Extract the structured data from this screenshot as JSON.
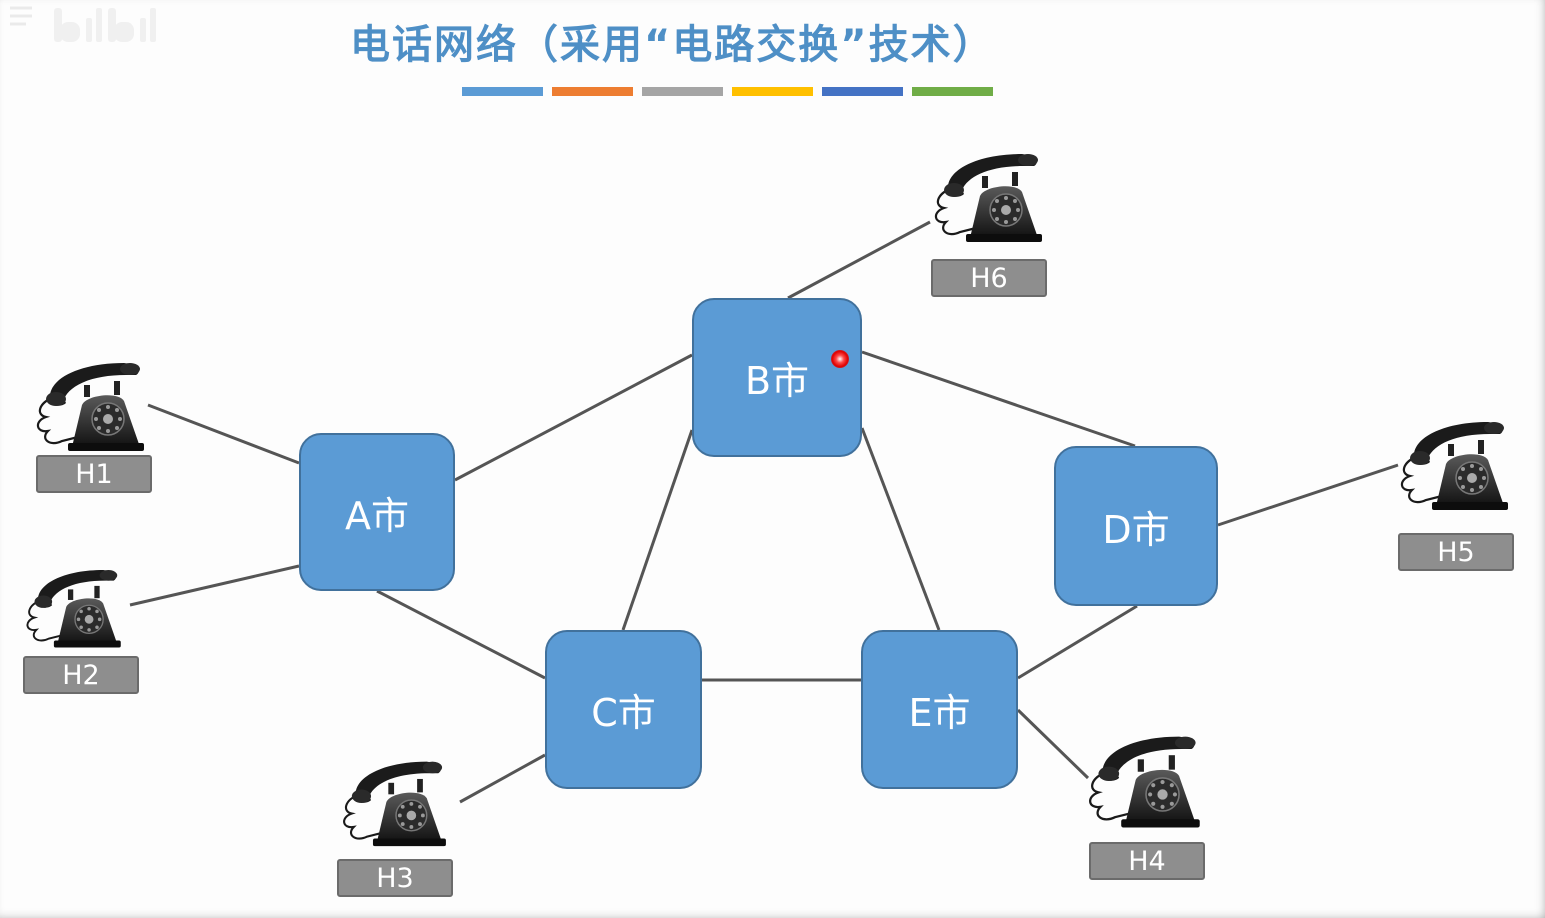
{
  "title": "电话网络（采用“电路交换”技术）",
  "color_bar": [
    "#5b9bd5",
    "#ed7d31",
    "#a5a5a5",
    "#ffc000",
    "#4472c4",
    "#70ad47"
  ],
  "colors": {
    "city_fill": "#5b9bd5",
    "city_border": "#41719c",
    "label_fill": "#8e8e8e",
    "link": "#555555",
    "title": "#4e8fc6"
  },
  "cities": {
    "A": "A市",
    "B": "B市",
    "C": "C市",
    "D": "D市",
    "E": "E市"
  },
  "hosts": {
    "H1": "H1",
    "H2": "H2",
    "H3": "H3",
    "H4": "H4",
    "H5": "H5",
    "H6": "H6"
  },
  "links": [
    [
      "H1",
      "A"
    ],
    [
      "H2",
      "A"
    ],
    [
      "A",
      "B"
    ],
    [
      "A",
      "C"
    ],
    [
      "H6",
      "B"
    ],
    [
      "B",
      "C"
    ],
    [
      "B",
      "E"
    ],
    [
      "B",
      "D"
    ],
    [
      "H5",
      "D"
    ],
    [
      "D",
      "E"
    ],
    [
      "C",
      "E"
    ],
    [
      "H3",
      "C"
    ],
    [
      "H4",
      "E"
    ]
  ],
  "icons": {
    "telephone": "rotary-telephone-icon",
    "pointer": "laser-pointer-dot",
    "watermark": "bilibili-logo"
  }
}
